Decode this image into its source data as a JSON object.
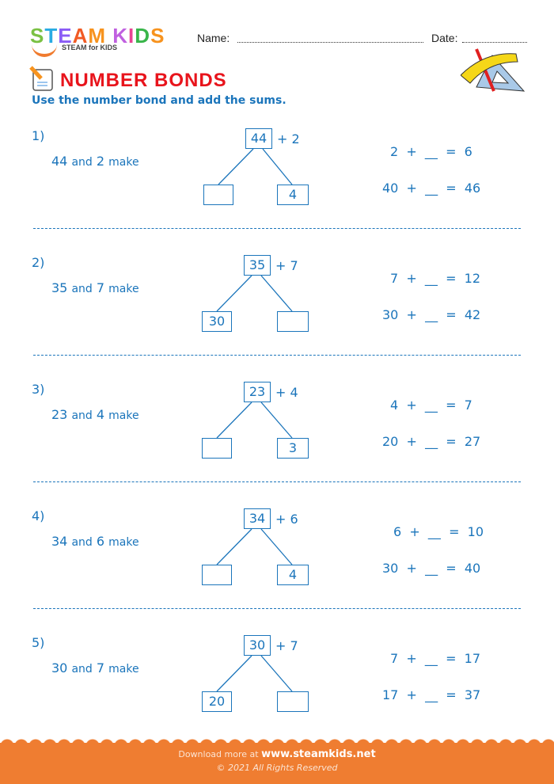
{
  "header": {
    "logo_text": "STEAM KIDS",
    "logo_sub": "STEAM for KIDS",
    "name_label": "Name:",
    "date_label": "Date:",
    "title": "NUMBER BONDS",
    "instruction": "Use the number bond and add the sums."
  },
  "problems": [
    {
      "label": "1)",
      "a": "44",
      "b": "2",
      "and": "and",
      "make": "make",
      "top": "44",
      "plus": "+ 2",
      "left": "",
      "right": "4",
      "eq1": "2  +  __  =  6",
      "eq2": "40  +  __  =  46"
    },
    {
      "label": "2)",
      "a": "35",
      "b": "7",
      "and": "and",
      "make": "make",
      "top": "35",
      "plus": "+ 7",
      "left": "30",
      "right": "",
      "eq1": "7  +  __  =  12",
      "eq2": "30  +  __  =  42"
    },
    {
      "label": "3)",
      "a": "23",
      "b": "4",
      "and": "and",
      "make": "make",
      "top": "23",
      "plus": "+ 4",
      "left": "",
      "right": "3",
      "eq1": "4  +  __  =  7",
      "eq2": "20  +  __  =  27"
    },
    {
      "label": "4)",
      "a": "34",
      "b": "6",
      "and": "and",
      "make": "make",
      "top": "34",
      "plus": "+ 6",
      "left": "",
      "right": "4",
      "eq1": "6  +  __  =  10",
      "eq2": "30  +  __  =  40"
    },
    {
      "label": "5)",
      "a": "30",
      "b": "7",
      "and": "and",
      "make": "make",
      "top": "30",
      "plus": "+ 7",
      "left": "20",
      "right": "",
      "eq1": "7  +  __  =  17",
      "eq2": "17  +  __  =  37"
    }
  ],
  "footer": {
    "download": "Download more at",
    "url": "www.steamkids.net",
    "copyright": "©  2021 All Rights Reserved"
  },
  "colors": {
    "text": "#1b75bb",
    "title": "#e8141c",
    "footer": "#ef7d31"
  }
}
